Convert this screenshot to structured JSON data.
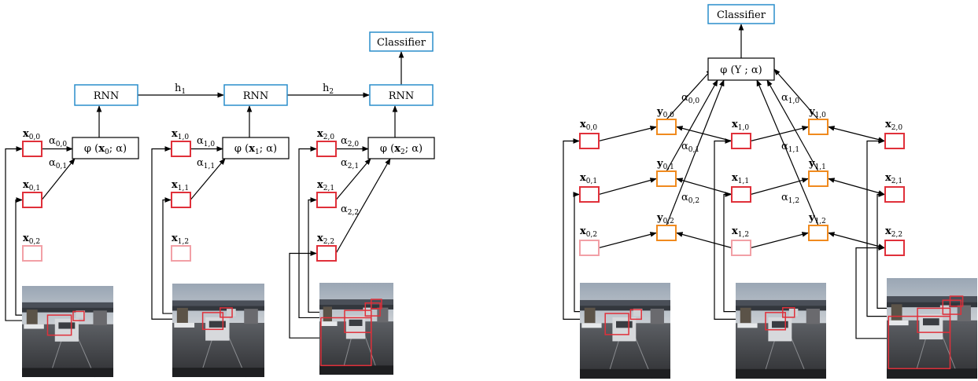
{
  "colors": {
    "blue_box": "#2a8ecb",
    "red_box": "#e0303a",
    "faded_red_box": "#f2a0a6",
    "orange_box": "#f08a1e",
    "arrow": "#000000",
    "faded_text": "#a9a9a9"
  },
  "left": {
    "classifier": "Classifier",
    "rnn": [
      "RNN",
      "RNN",
      "RNN"
    ],
    "hidden": [
      {
        "sym": "h",
        "sub": "1"
      },
      {
        "sym": "h",
        "sub": "2"
      }
    ],
    "phi": [
      {
        "pre": "φ (",
        "x": "x",
        "sub": "0",
        "post": "; α)"
      },
      {
        "pre": "φ (",
        "x": "x",
        "sub": "1",
        "post": "; α)"
      },
      {
        "pre": "φ (",
        "x": "x",
        "sub": "2",
        "post": "; α)"
      }
    ],
    "node_labels": [
      {
        "sym": "x",
        "sub": "0,0"
      },
      {
        "sym": "x",
        "sub": "0,1"
      },
      {
        "sym": "x",
        "sub": "0,2"
      },
      {
        "sym": "x",
        "sub": "1,0"
      },
      {
        "sym": "x",
        "sub": "1,1"
      },
      {
        "sym": "x",
        "sub": "1,2"
      },
      {
        "sym": "x",
        "sub": "2,0"
      },
      {
        "sym": "x",
        "sub": "2,1"
      },
      {
        "sym": "x",
        "sub": "2,2"
      }
    ],
    "alpha_labels": [
      {
        "sym": "α",
        "sub": "0,0"
      },
      {
        "sym": "α",
        "sub": "0,1"
      },
      {
        "sym": "α",
        "sub": "1,0"
      },
      {
        "sym": "α",
        "sub": "1,1"
      },
      {
        "sym": "α",
        "sub": "2,0"
      },
      {
        "sym": "α",
        "sub": "2,1"
      },
      {
        "sym": "α",
        "sub": "2,2"
      }
    ]
  },
  "right": {
    "classifier": "Classifier",
    "phi": {
      "text": "φ (Y ; α)"
    },
    "x_labels": [
      {
        "sym": "x",
        "sub": "0,0"
      },
      {
        "sym": "x",
        "sub": "0,1"
      },
      {
        "sym": "x",
        "sub": "0,2"
      },
      {
        "sym": "x",
        "sub": "1,0"
      },
      {
        "sym": "x",
        "sub": "1,1"
      },
      {
        "sym": "x",
        "sub": "1,2"
      },
      {
        "sym": "x",
        "sub": "2,0"
      },
      {
        "sym": "x",
        "sub": "2,1"
      },
      {
        "sym": "x",
        "sub": "2,2"
      }
    ],
    "y_labels": [
      {
        "sym": "y",
        "sub": "0,0"
      },
      {
        "sym": "y",
        "sub": "0,1"
      },
      {
        "sym": "y",
        "sub": "0,2"
      },
      {
        "sym": "y",
        "sub": "1,0"
      },
      {
        "sym": "y",
        "sub": "1,1"
      },
      {
        "sym": "y",
        "sub": "1,2"
      }
    ],
    "alpha_labels": [
      {
        "sym": "α",
        "sub": "0,0"
      },
      {
        "sym": "α",
        "sub": "0,1"
      },
      {
        "sym": "α",
        "sub": "0,2"
      },
      {
        "sym": "α",
        "sub": "1,0"
      },
      {
        "sym": "α",
        "sub": "1,1"
      },
      {
        "sym": "α",
        "sub": "1,2"
      }
    ]
  }
}
